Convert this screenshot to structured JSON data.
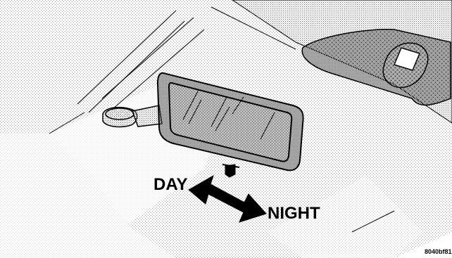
{
  "labels": {
    "day": "DAY",
    "night": "NIGHT"
  },
  "figure_id": "8040bf81",
  "icons": {
    "arrow": "double-headed-arrow-icon",
    "mirror": "rearview-mirror-icon",
    "sensor": "rain-sensor-icon"
  },
  "colors": {
    "ink": "#000000",
    "paper": "#ffffff",
    "screen_tone": "#b0b0b0"
  }
}
